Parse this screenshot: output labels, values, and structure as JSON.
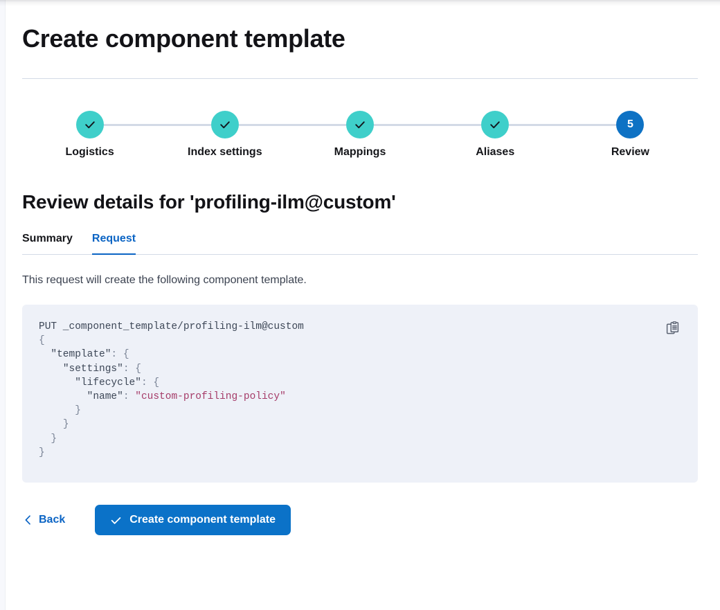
{
  "page": {
    "title": "Create component template"
  },
  "stepper": {
    "steps": [
      {
        "label": "Logistics",
        "state": "complete",
        "number": "1",
        "icon": "check-icon"
      },
      {
        "label": "Index settings",
        "state": "complete",
        "number": "2",
        "icon": "check-icon"
      },
      {
        "label": "Mappings",
        "state": "complete",
        "number": "3",
        "icon": "check-icon"
      },
      {
        "label": "Aliases",
        "state": "complete",
        "number": "4",
        "icon": "check-icon"
      },
      {
        "label": "Review",
        "state": "current",
        "number": "5",
        "icon": ""
      }
    ]
  },
  "review": {
    "heading": "Review details for 'profiling-ilm@custom'",
    "tabs": [
      {
        "label": "Summary",
        "active": false
      },
      {
        "label": "Request",
        "active": true
      }
    ],
    "description": "This request will create the following component template.",
    "code": {
      "copy_icon": "copy-clipboard-icon",
      "lines": [
        {
          "indent": 0,
          "parts": [
            {
              "t": "PUT _component_template/profiling-ilm@custom",
              "c": "tok-key"
            }
          ]
        },
        {
          "indent": 0,
          "parts": [
            {
              "t": "{",
              "c": "tok-punc"
            }
          ]
        },
        {
          "indent": 1,
          "parts": [
            {
              "t": "\"template\"",
              "c": "tok-key"
            },
            {
              "t": ": ",
              "c": "tok-punc"
            },
            {
              "t": "{",
              "c": "tok-punc"
            }
          ]
        },
        {
          "indent": 2,
          "parts": [
            {
              "t": "\"settings\"",
              "c": "tok-key"
            },
            {
              "t": ": ",
              "c": "tok-punc"
            },
            {
              "t": "{",
              "c": "tok-punc"
            }
          ]
        },
        {
          "indent": 3,
          "parts": [
            {
              "t": "\"lifecycle\"",
              "c": "tok-key"
            },
            {
              "t": ": ",
              "c": "tok-punc"
            },
            {
              "t": "{",
              "c": "tok-punc"
            }
          ]
        },
        {
          "indent": 4,
          "parts": [
            {
              "t": "\"name\"",
              "c": "tok-key"
            },
            {
              "t": ": ",
              "c": "tok-punc"
            },
            {
              "t": "\"custom-profiling-policy\"",
              "c": "tok-str"
            }
          ]
        },
        {
          "indent": 3,
          "parts": [
            {
              "t": "}",
              "c": "tok-punc"
            }
          ]
        },
        {
          "indent": 2,
          "parts": [
            {
              "t": "}",
              "c": "tok-punc"
            }
          ]
        },
        {
          "indent": 1,
          "parts": [
            {
              "t": "}",
              "c": "tok-punc"
            }
          ]
        },
        {
          "indent": 0,
          "parts": [
            {
              "t": "}",
              "c": "tok-punc"
            }
          ]
        }
      ],
      "raw": "PUT _component_template/profiling-ilm@custom\n{\n  \"template\": {\n    \"settings\": {\n      \"lifecycle\": {\n        \"name\": \"custom-profiling-policy\"\n      }\n    }\n  }\n}"
    }
  },
  "actions": {
    "back_label": "Back",
    "back_icon": "chevron-left-icon",
    "submit_label": "Create component template",
    "submit_icon": "check-icon"
  },
  "colors": {
    "accent_blue": "#0b64c4",
    "primary_button": "#0b72c8",
    "step_complete": "#3fcfca",
    "step_current": "#0e72c4",
    "code_background": "#eef1f8",
    "code_string": "#a53b68",
    "rule": "#d3dae6"
  }
}
